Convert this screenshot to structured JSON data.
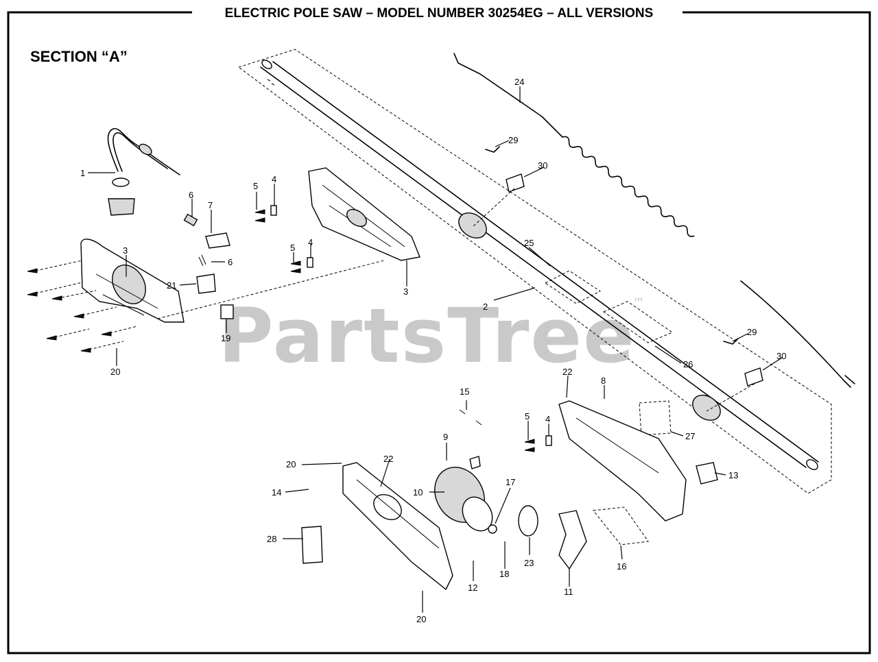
{
  "header": {
    "title": "ELECTRIC POLE SAW – MODEL NUMBER 30254EG – ALL VERSIONS",
    "section": "SECTION “A”"
  },
  "watermark": {
    "text": "PartsTree",
    "mark": "™"
  },
  "callouts": {
    "c1": "1",
    "c2": "2",
    "c3a": "3",
    "c3b": "3",
    "c4a": "4",
    "c4b": "4",
    "c4c": "4",
    "c5a": "5",
    "c5b": "5",
    "c5c": "5",
    "c6a": "6",
    "c6b": "6",
    "c7": "7",
    "c8": "8",
    "c9": "9",
    "c10": "10",
    "c11": "11",
    "c12": "12",
    "c13": "13",
    "c14": "14",
    "c15": "15",
    "c16": "16",
    "c17": "17",
    "c18": "18",
    "c19": "19",
    "c20a": "20",
    "c20b": "20",
    "c20c": "20",
    "c21": "21",
    "c22a": "22",
    "c22b": "22",
    "c23": "23",
    "c24": "24",
    "c25": "25",
    "c26": "26",
    "c27": "27",
    "c28": "28",
    "c29a": "29",
    "c29b": "29",
    "c30a": "30",
    "c30b": "30"
  },
  "colors": {
    "ink": "#000000",
    "watermark": "#c9c9c9",
    "background": "#ffffff"
  }
}
